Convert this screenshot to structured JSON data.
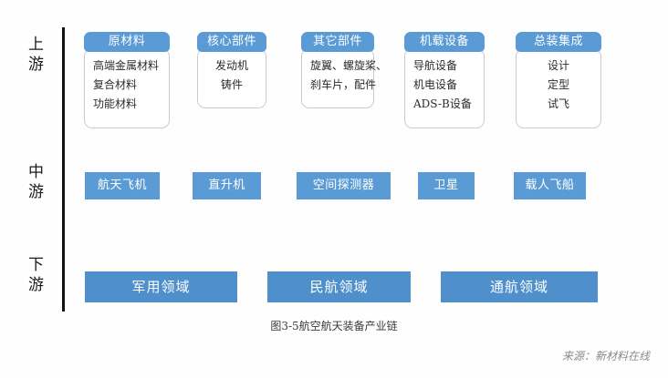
{
  "figure": {
    "caption": "图3-5航空航天装备产业链",
    "source": "来源：新材料在线",
    "colors": {
      "header_blue": "#5b9bd5",
      "midstream_blue": "#5b9bd5",
      "downstream_blue": "#4f8fcb",
      "card_border": "#c8ccd2",
      "axis_line": "#111111",
      "background": "#fefefe"
    }
  },
  "stages": [
    {
      "id": "upstream",
      "label": "上\n游"
    },
    {
      "id": "midstream",
      "label": "中\n游"
    },
    {
      "id": "downstream",
      "label": "下\n游"
    }
  ],
  "upstream": {
    "cards": [
      {
        "title": "原材料",
        "align": "left",
        "items": [
          "高端金属材料",
          "复合材料",
          "功能材料"
        ]
      },
      {
        "title": "核心部件",
        "align": "center",
        "items": [
          "发动机",
          "铸件"
        ]
      },
      {
        "title": "其它部件",
        "align": "left",
        "items": [
          "旋翼、螺旋桨、",
          "刹车片，配件"
        ]
      },
      {
        "title": "机载设备",
        "align": "left",
        "items": [
          "导航设备",
          "机电设备",
          "ADS-B设备"
        ]
      },
      {
        "title": "总装集成",
        "align": "center",
        "items": [
          "设计",
          "定型",
          "试飞"
        ]
      }
    ]
  },
  "midstream": {
    "boxes": [
      {
        "label": "航天飞机"
      },
      {
        "label": "直升机"
      },
      {
        "label": "空间探测器"
      },
      {
        "label": "卫星"
      },
      {
        "label": "载人飞船"
      }
    ]
  },
  "downstream": {
    "boxes": [
      {
        "label": "军用领域"
      },
      {
        "label": "民航领域"
      },
      {
        "label": "通航领域"
      }
    ]
  }
}
